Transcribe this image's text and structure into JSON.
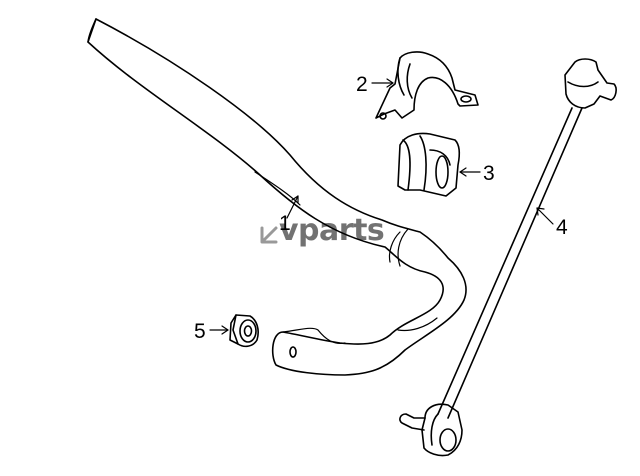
{
  "diagram": {
    "parts": [
      {
        "id": "stabilizer-bar",
        "callout": "1"
      },
      {
        "id": "bracket",
        "callout": "2"
      },
      {
        "id": "bushing",
        "callout": "3"
      },
      {
        "id": "stabilizer-link",
        "callout": "4"
      },
      {
        "id": "nut",
        "callout": "5"
      }
    ],
    "watermark": "vparts"
  },
  "colors": {
    "line": "#000000",
    "background": "#ffffff"
  }
}
